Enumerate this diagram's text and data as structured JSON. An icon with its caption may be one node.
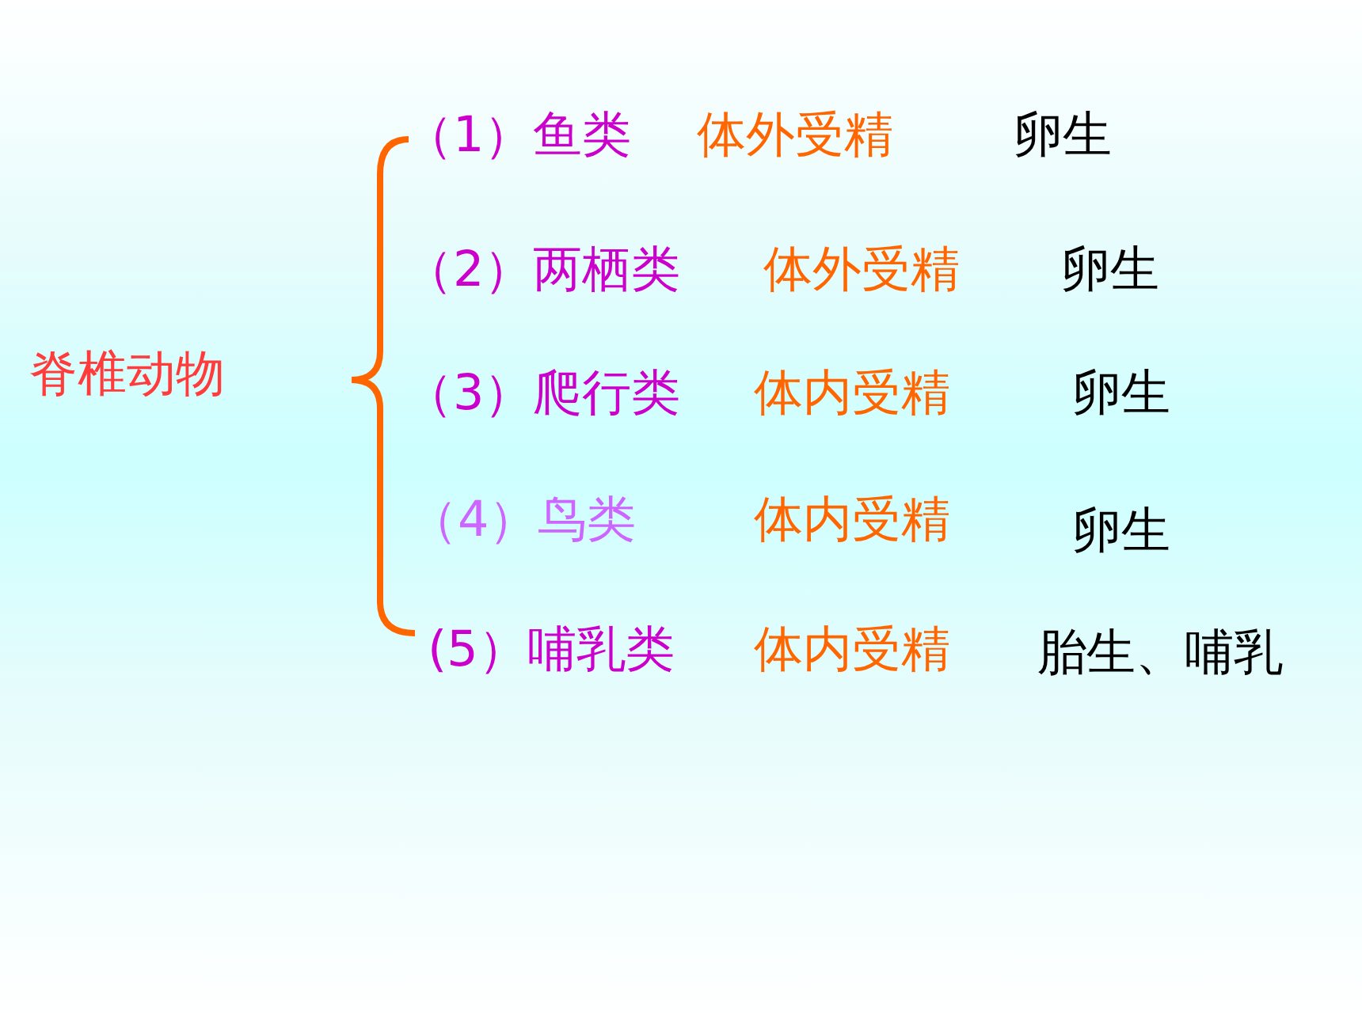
{
  "diagram": {
    "labels": [
      "脊椎动物",
      "（1）鱼类",
      "体外受精",
      "卵生",
      "（2）两栖类",
      "体外受精",
      "卵生",
      "（3）爬行类",
      "体内受精",
      "卵生",
      "（4）鸟类",
      "体内受精",
      "卵生",
      "(5）哺乳类",
      "体内受精",
      "胎生、哺乳"
    ]
  }
}
